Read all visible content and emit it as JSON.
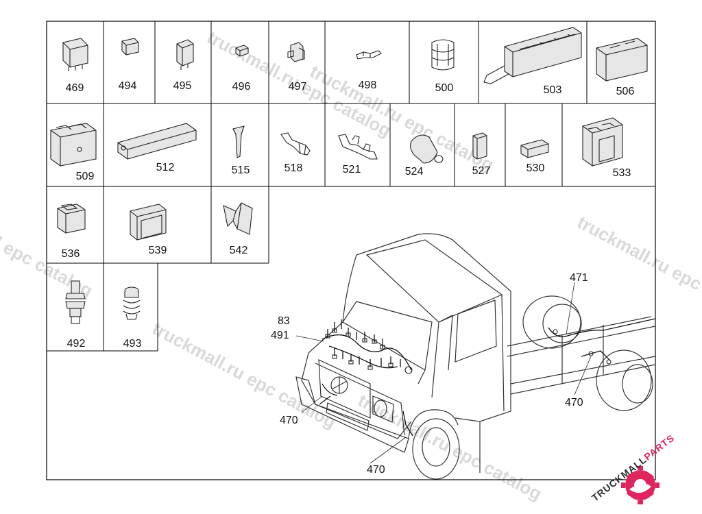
{
  "grid_rows": [
    [
      "469",
      "494",
      "495",
      "496",
      "497",
      "498",
      "500",
      "503",
      "506"
    ],
    [
      "509",
      "512",
      "515",
      "518",
      "521",
      "524",
      "527",
      "530",
      "533"
    ],
    [
      "536",
      "539",
      "542"
    ],
    [
      "492",
      "493"
    ]
  ],
  "callouts": {
    "c83": "83",
    "c491": "491",
    "c471": "471",
    "c470_front": "470",
    "c470_bottom": "470",
    "c470_rear": "470"
  },
  "watermark": {
    "text_1": "truckmall.ru epc catalog",
    "text_2": "truckmall.ru epc catalog",
    "text_3": "truckmall.ru epc catalog",
    "text_4": "truckmall.ru epc",
    "text_5": "truckmall.ru epc catalog",
    "text_6": "l epc catalog"
  },
  "logo": {
    "text_dark": "TRUCKMALL",
    "text_accent": "PARTS",
    "accent_color": "#e0245e"
  }
}
